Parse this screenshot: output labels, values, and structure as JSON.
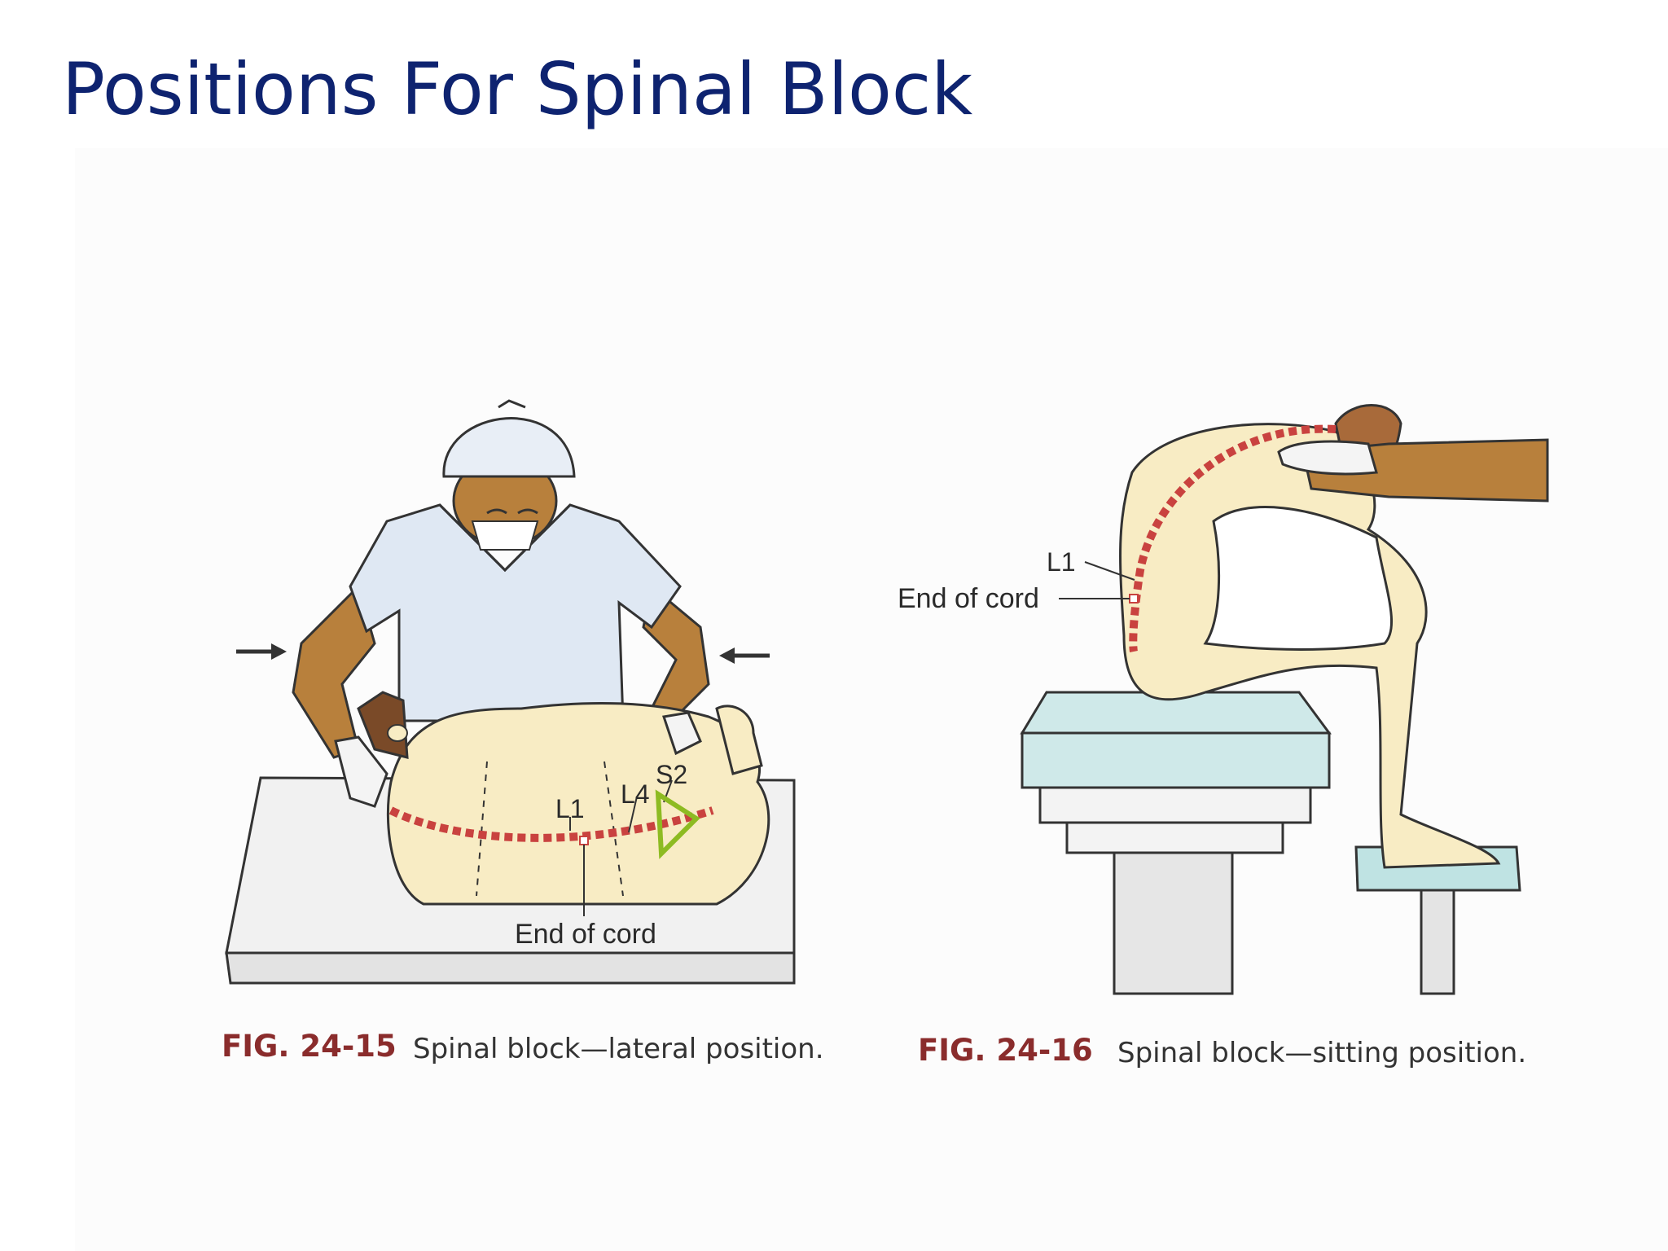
{
  "slide": {
    "title": "Positions For Spinal Block"
  },
  "figure_left": {
    "labels": {
      "s2": "S2",
      "l4": "L4",
      "l1": "L1",
      "end_of_cord": "End of cord"
    },
    "caption_number": "FIG. 24-15",
    "caption_text": "Spinal block—lateral position."
  },
  "figure_right": {
    "labels": {
      "l1": "L1",
      "end_of_cord": "End of cord"
    },
    "caption_number": "FIG. 24-16",
    "caption_text": "Spinal block—sitting position."
  },
  "colors": {
    "title": "#0e2370",
    "caption_number": "#8a2c2c",
    "dotted_line": "#c9423f",
    "skin": "#f8ecc4",
    "gown": "#dfe8f3",
    "table_top": "#c9e6e6"
  }
}
